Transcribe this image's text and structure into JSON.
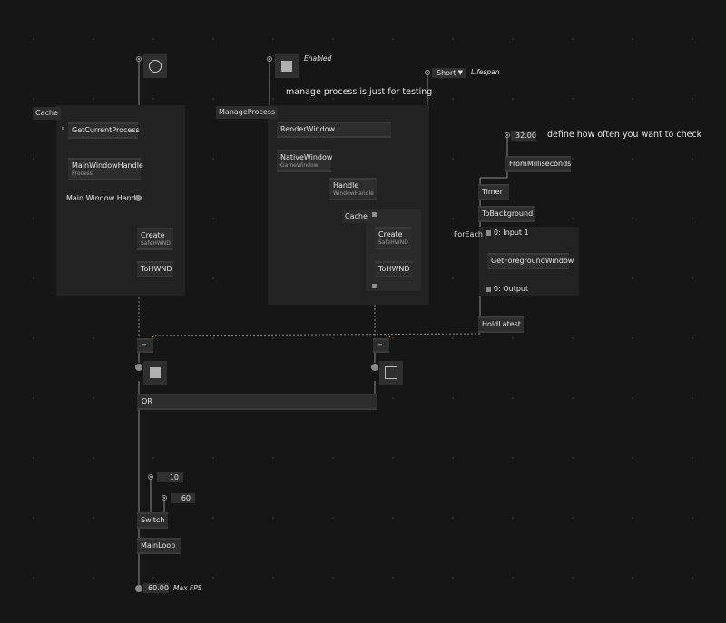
{
  "regions": {
    "cache1": "Cache",
    "manage": "ManageProcess",
    "cache2": "Cache",
    "foreach": "ForEach"
  },
  "nodes": {
    "get_current_process": "GetCurrentProcess",
    "main_window_handle": "MainWindowHandle",
    "main_window_handle_sub": "Process",
    "create1": "Create",
    "create1_sub": "SafeHWND",
    "tohwnd1": "ToHWND",
    "render_window": "RenderWindow",
    "native_window": "NativeWindow",
    "native_window_sub": "GameWindow",
    "handle": "Handle",
    "handle_sub": "WindowHandle",
    "create2": "Create",
    "create2_sub": "SafeHWND",
    "tohwnd2": "ToHWND",
    "from_milliseconds": "FromMilliseconds",
    "timer": "Timer",
    "to_background": "ToBackground",
    "input1": "0: Input 1",
    "get_foreground_window": "GetForegroundWindow",
    "output": "0: Output",
    "hold_latest": "HoldLatest",
    "equals1": "=",
    "equals2": "=",
    "or": "OR",
    "switch": "Switch",
    "main_loop": "MainLoop"
  },
  "values": {
    "lifespan": "Short",
    "lifespan_arrow": "▼",
    "interval": "32.00",
    "v10": "10",
    "v60": "60",
    "max_fps": "60.00"
  },
  "labels": {
    "main_window_handle": "Main Window Handle",
    "enabled": "Enabled",
    "lifespan": "Lifespan",
    "max_fps": "Max FPS"
  },
  "comments": {
    "manage_note": "manage process is just for testing",
    "interval_note": "define how often you want to check"
  },
  "colors": {
    "background": "#161616",
    "region": "#222222",
    "node": "#2d2d2d",
    "wire": "#8a8a8a",
    "highlight": "#c9a24a"
  }
}
